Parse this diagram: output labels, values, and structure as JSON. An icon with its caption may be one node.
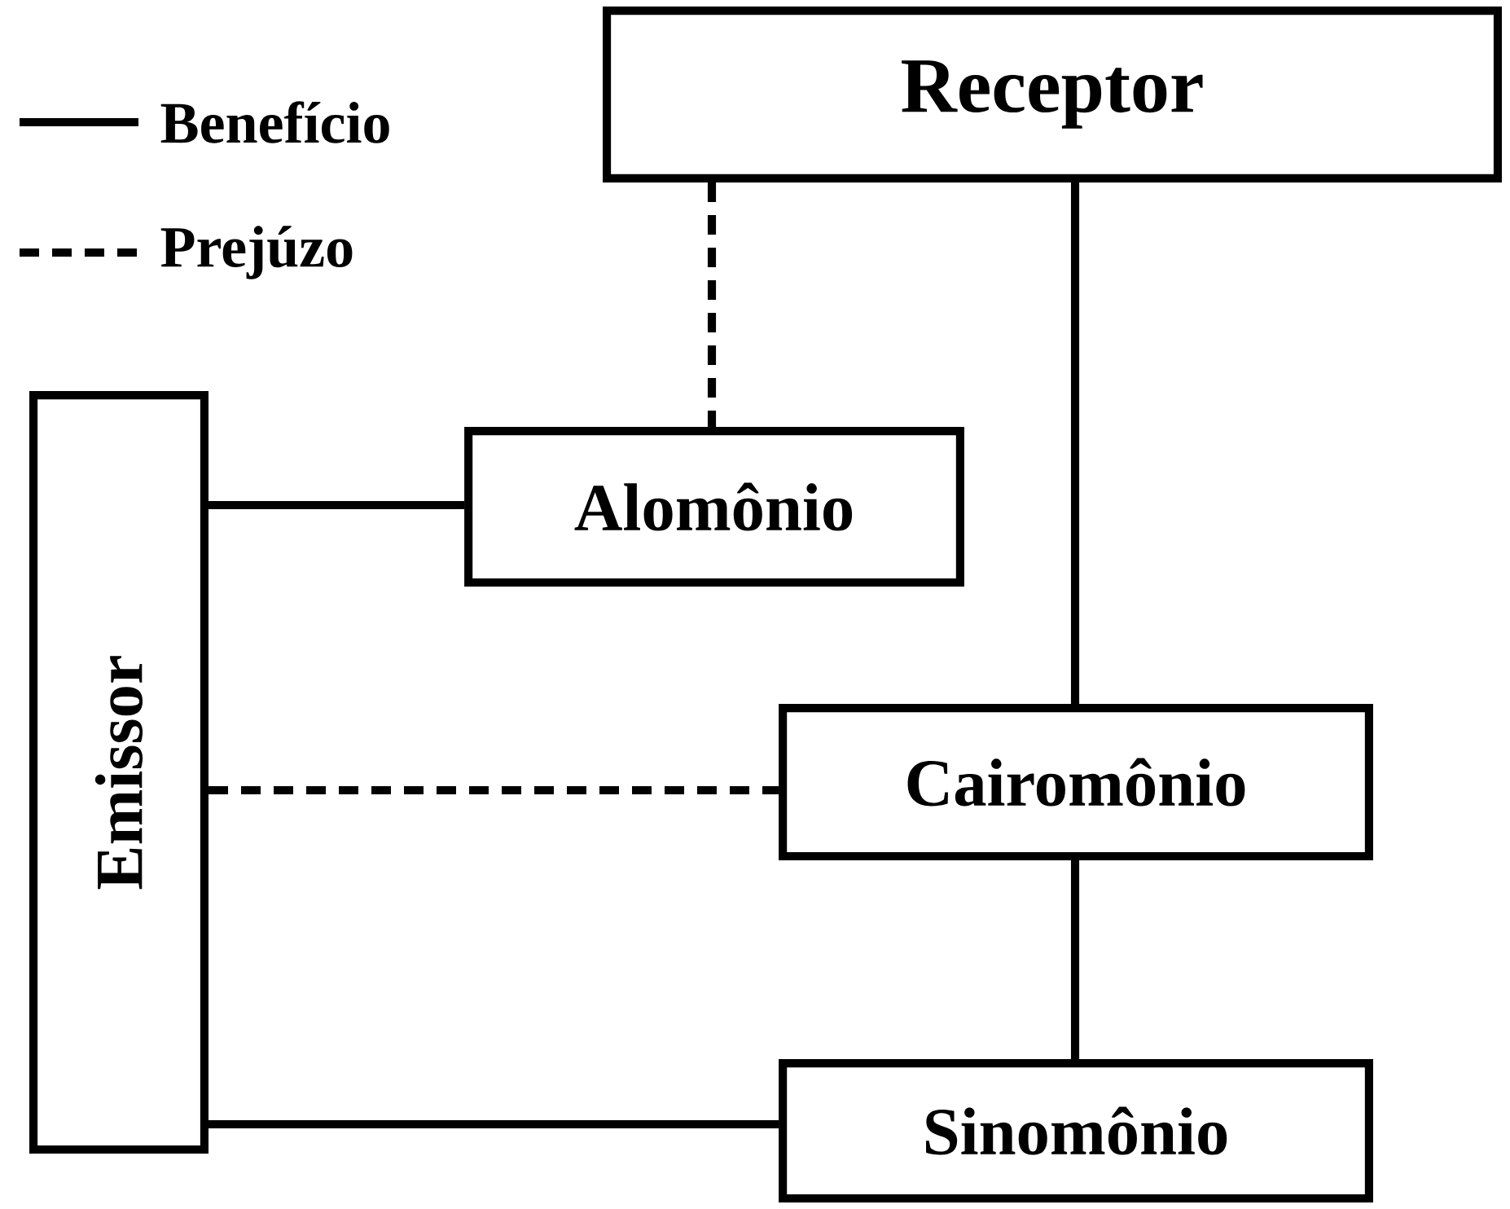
{
  "diagram": {
    "nodes": [
      {
        "text": [
          "Receptor"
        ]
      },
      {
        "text": [
          "Emissor"
        ]
      },
      {
        "text": [
          "Alomônio"
        ]
      },
      {
        "text": [
          "Cairomônio"
        ]
      },
      {
        "text": [
          "Sinomônio"
        ]
      }
    ],
    "edges": [
      {
        "from": 0,
        "to": 2,
        "arrow": "none",
        "style": "dashed"
      },
      {
        "from": 0,
        "to": 3,
        "arrow": "none"
      },
      {
        "from": 1,
        "to": 2,
        "arrow": "none"
      },
      {
        "from": 1,
        "to": 3,
        "arrow": "none",
        "style": "dashed"
      },
      {
        "from": 3,
        "to": 4,
        "arrow": "none"
      },
      {
        "from": 1,
        "to": 4,
        "arrow": "none"
      }
    ],
    "legend": [
      {
        "text": "Benefício"
      },
      {
        "text": "Prejúzo"
      }
    ]
  }
}
